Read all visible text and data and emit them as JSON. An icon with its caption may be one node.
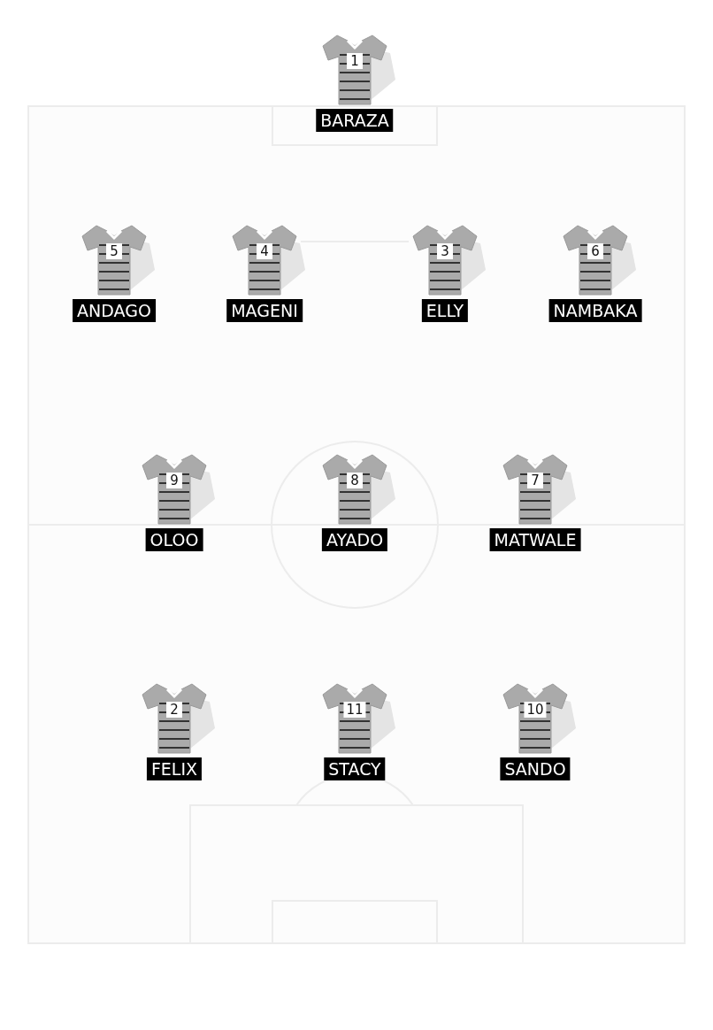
{
  "diagram": {
    "nodes": [
      {
        "text": [
          "1",
          "BARAZA"
        ]
      },
      {
        "text": [
          "5",
          "ANDAGO"
        ]
      },
      {
        "text": [
          "4",
          "MAGENI"
        ]
      },
      {
        "text": [
          "3",
          "ELLY"
        ]
      },
      {
        "text": [
          "6",
          "NAMBAKA"
        ]
      },
      {
        "text": [
          "9",
          "OLOO"
        ]
      },
      {
        "text": [
          "8",
          "AYADO"
        ]
      },
      {
        "text": [
          "7",
          "MATWALE"
        ]
      },
      {
        "text": [
          "2",
          "FELIX"
        ]
      },
      {
        "text": [
          "11",
          "STACY"
        ]
      },
      {
        "text": [
          "10",
          "SANDO"
        ]
      }
    ]
  }
}
